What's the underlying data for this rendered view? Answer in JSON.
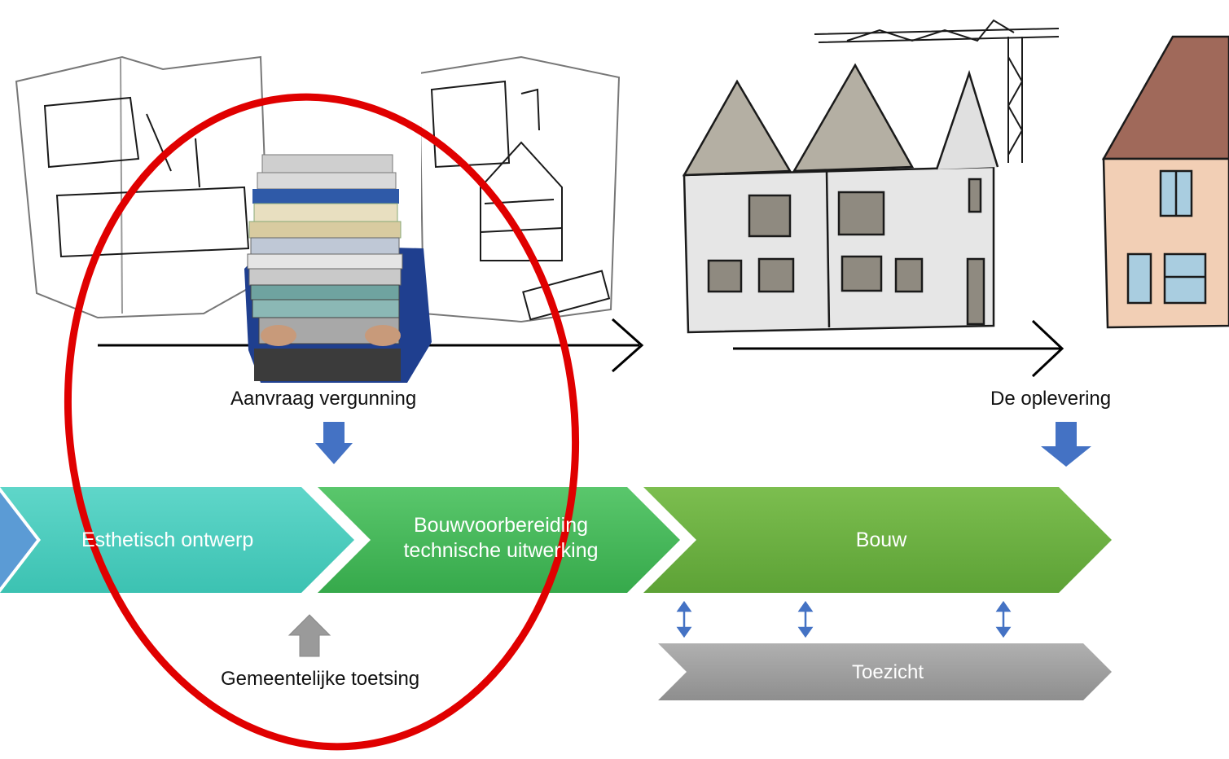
{
  "diagram": {
    "process_steps": [
      {
        "label": "Esthetisch ontwerp"
      },
      {
        "label_line1": "Bouwvoorbereiding",
        "label_line2": "technische uitwerking"
      },
      {
        "label": "Bouw"
      }
    ],
    "supervision": {
      "label": "Toezicht"
    },
    "milestones": {
      "permit_application": "Aanvraag vergunning",
      "handover": "De oplevering",
      "municipal_review": "Gemeentelijke toetsing"
    },
    "colors": {
      "chevron_teal": "#4ECDC0",
      "chevron_green": "#46B85A",
      "chevron_olive": "#6BB043",
      "chevron_blue": "#5B9BD5",
      "supervision_gray": "#A0A0A0",
      "arrow_blue": "#4472C4",
      "arrow_gray": "#9A9A9A",
      "highlight_red": "#E00000",
      "house_roof": "#A0695A",
      "house_wall": "#F2CFB5",
      "house_window": "#A9CDE0"
    },
    "icons": [
      "blueprint-sketch-icon",
      "document-stack-photo",
      "construction-site-sketch-icon",
      "crane-icon",
      "finished-house-icon"
    ]
  }
}
